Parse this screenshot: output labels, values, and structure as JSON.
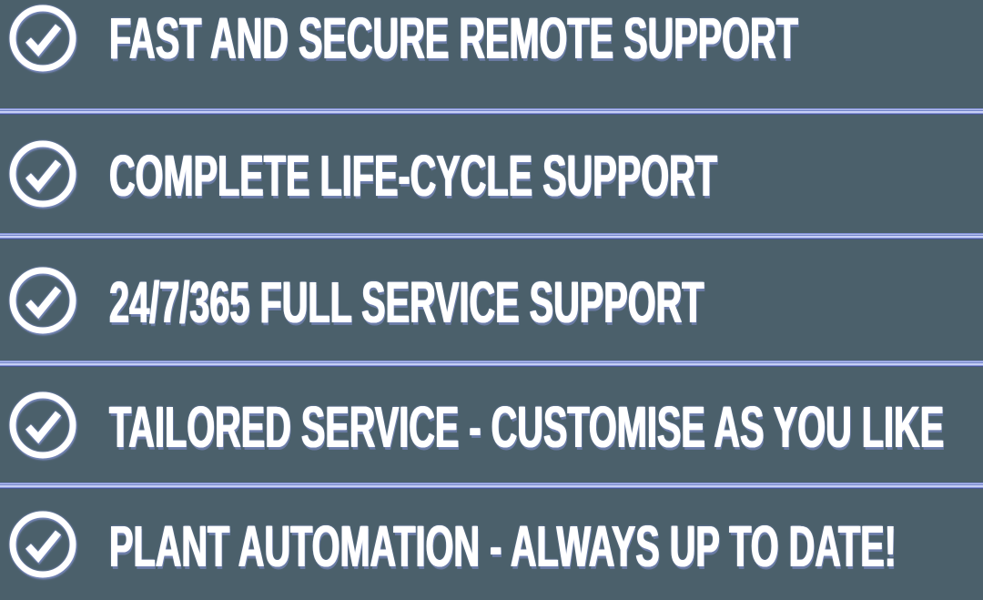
{
  "page": {
    "background_color": "#4b606b",
    "text_color": "#ffffff",
    "halo_color": "#8d9ce4",
    "divider_color": "#8b9ae2"
  },
  "list": {
    "items": [
      {
        "icon": "check-circle-icon",
        "label": "FAST AND SECURE REMOTE SUPPORT"
      },
      {
        "icon": "check-circle-icon",
        "label": "COMPLETE LIFE-CYCLE SUPPORT"
      },
      {
        "icon": "check-circle-icon",
        "label": "24/7/365 FULL SERVICE SUPPORT"
      },
      {
        "icon": "check-circle-icon",
        "label": "TAILORED SERVICE - CUSTOMISE AS YOU LIKE"
      },
      {
        "icon": "check-circle-icon",
        "label": "PLANT AUTOMATION - ALWAYS UP TO DATE!"
      }
    ]
  }
}
